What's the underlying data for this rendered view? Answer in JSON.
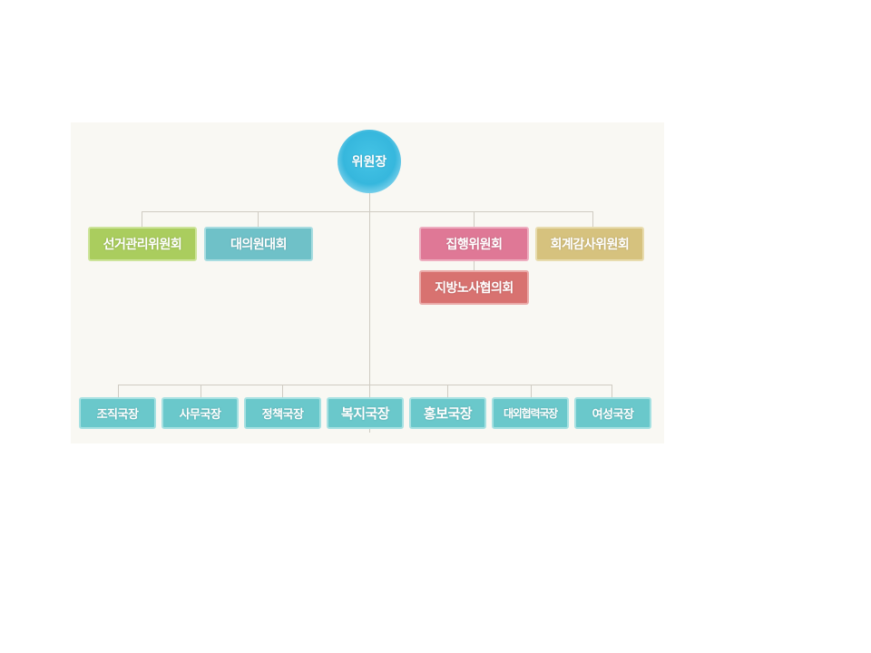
{
  "chairman": "위원장",
  "committees_left": [
    "선거관리위원회",
    "대의원대회"
  ],
  "committees_right": [
    "집행위원회",
    "회계감사위원회"
  ],
  "sub_committee": "지방노사협의회",
  "departments": [
    "조직국장",
    "사무국장",
    "정책국장",
    "복지국장",
    "홍보국장",
    "대외협력국장",
    "여성국장"
  ],
  "colors": {
    "chairman": "#36b7dd",
    "election": "#aacd5e",
    "assembly": "#6fc1c8",
    "executive": "#df7896",
    "audit": "#d6c27e",
    "regional": "#d87270",
    "departments": "#6ac8cb",
    "background": "#f9f8f3",
    "connector": "#cfcbc2"
  }
}
